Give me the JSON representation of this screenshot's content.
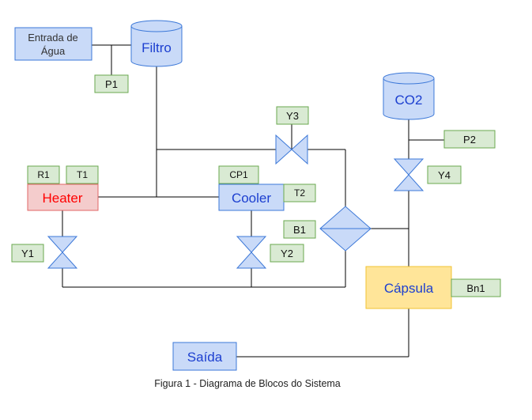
{
  "diagram": {
    "caption": "Figura 1 - Diagrama de Blocos do Sistema",
    "blocks": {
      "entrada": "Entrada de Água",
      "filtro": "Filtro",
      "heater": "Heater",
      "cooler": "Cooler",
      "co2": "CO2",
      "capsula": "Cápsula",
      "saida": "Saída"
    },
    "tags": {
      "p1": "P1",
      "p2": "P2",
      "r1": "R1",
      "t1": "T1",
      "cp1": "CP1",
      "t2": "T2",
      "b1": "B1",
      "bn1": "Bn1",
      "y1": "Y1",
      "y2": "Y2",
      "y3": "Y3",
      "y4": "Y4"
    }
  },
  "colors": {
    "blue_fill": "#c9daf8",
    "blue_stroke": "#3c78d8",
    "green_fill": "#d9ead3",
    "green_stroke": "#6aa84f",
    "red_fill": "#f4cccc",
    "red_stroke": "#e06666",
    "yellow_fill": "#ffe599",
    "yellow_stroke": "#f1c232"
  }
}
